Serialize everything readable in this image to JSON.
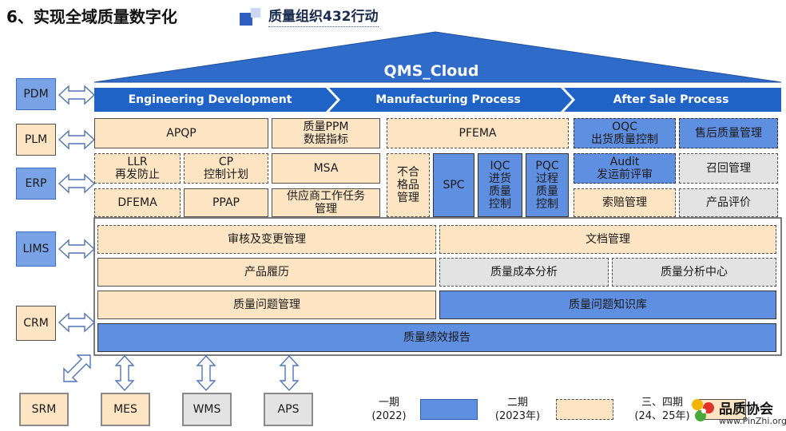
{
  "header": {
    "title": "6、实现全域质量数字化",
    "subtitle": "质量组织432行动"
  },
  "roof": {
    "label": "QMS_Cloud"
  },
  "process_stages": [
    {
      "label": "Engineering Development"
    },
    {
      "label": "Manufacturing Process"
    },
    {
      "label": "After Sale Process"
    }
  ],
  "left_systems": [
    {
      "label": "PDM"
    },
    {
      "label": "PLM"
    },
    {
      "label": "ERP"
    },
    {
      "label": "LIMS"
    },
    {
      "label": "CRM"
    }
  ],
  "modules": {
    "apqp": "APQP",
    "ppm": "质量PPM\n数据指标",
    "pfema": "PFEMA",
    "oqc": "OQC\n出货质量控制",
    "after_sale": "售后质量管理",
    "llr": "LLR\n再发防止",
    "cp": "CP\n控制计划",
    "msa": "MSA",
    "nonconform": "不合\n格品\n管理",
    "spc": "SPC",
    "iqc": "IQC\n进货\n质量\n控制",
    "pqc": "PQC\n过程\n质量\n控制",
    "audit": "Audit\n发运前评审",
    "recall": "召回管理",
    "dfema": "DFEMA",
    "ppap": "PPAP",
    "supplier_task": "供应商工作任务\n管理",
    "claims": "索赔管理",
    "product_eval": "产品评价",
    "review_change": "审核及变更管理",
    "doc_mgmt": "文档管理",
    "product_history": "产品履历",
    "cost_analysis": "质量成本分析",
    "analysis_center": "质量分析中心",
    "issue_mgmt": "质量问题管理",
    "knowledge_base": "质量问题知识库",
    "kpi_report": "质量绩效报告"
  },
  "bottom_systems": [
    {
      "label": "SRM"
    },
    {
      "label": "MES"
    },
    {
      "label": "WMS"
    },
    {
      "label": "APS"
    }
  ],
  "legend": [
    {
      "label": "一期\n(2022)",
      "color": "#5f8fe0"
    },
    {
      "label": "二期\n(2023年)",
      "color": "#fde4c2"
    },
    {
      "label": "三、四期\n(24、25年)",
      "color": "#fde4c2"
    }
  ],
  "watermark": {
    "name": "品质协会",
    "url": "www.PinZhi.org"
  },
  "colors": {
    "phase1_blue": "#5f8fe0",
    "phase_beige": "#fde4c2",
    "roof_blue": "#2f6cc9",
    "chevron_blue": "#1f63c7"
  }
}
